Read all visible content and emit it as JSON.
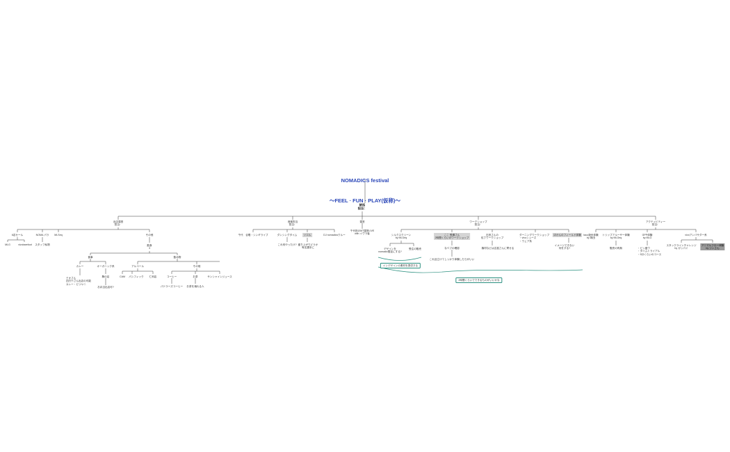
{
  "title": {
    "line1": "NOMADICS festival",
    "line2": "〜FEEL · FUN · PLAY(仮称)〜"
  },
  "root": {
    "label": "統括\n担当："
  },
  "colors": {
    "title": "#2b47b8",
    "line": "#333333",
    "highlight": "#d4d4d4",
    "highlight_dark": "#9a9a9a",
    "teal": "#2a8f7f"
  },
  "branches": {
    "shop": {
      "label": "出店運営\n担当：",
      "children": {
        "sale": "6名セール",
        "mlg": "MLG",
        "vivobarefoot": "vivobarefoot",
        "normal": "NOMA パラ",
        "staff": "スタッフ私物",
        "mlseq": "MLSeq",
        "other": "その他",
        "food": "飲食\n3",
        "meal": "食事",
        "curry": "カレー",
        "curry_note": "テオさん\n四万十さん出店の可能\nカレー・ビリヤニ",
        "organic": "オーガニック系",
        "sweets": "麹の店",
        "sweets_note": "お弁当出店可?",
        "drink": "飲み物",
        "alcohol": "アルコール",
        "cam": "CAM",
        "pacific": "パシフィック",
        "nijimura": "仁科店",
        "others2": "その他",
        "coffee": "コーヒー",
        "coffee_note": "パドラーズコーヒー",
        "tea": "お茶",
        "tea_note": "お茶を淹れる人",
        "sunshine": "サンシャインジュース"
      }
    },
    "music": {
      "label": "音楽担当\n担当：",
      "children": {
        "chiyo": "千代　合唱・シンギライブ",
        "dance": "ダンシングタイム",
        "dance_note": "これ何やったけ?",
        "yoga": "ソエル",
        "yoga_note": "盛り上がりどうか\n有名選手に",
        "dj": "DJ nomadicsクルー"
      }
    },
    "stage": {
      "label": "運営",
      "children": {
        "live": "千代田のMT運営LIVE\nwith イヴラ者"
      }
    },
    "workshop": {
      "label": "ワークショップ\n担当：",
      "children": {
        "silk": "シルクスクリーン\nby MLGeq",
        "design": "デザインを\nnomadic限定にする?",
        "order": "受注の販売",
        "teal_box1": "インデザインの素材を提供する",
        "koko": "ここ 受講さん\n2時間くらいのワークショップ",
        "koko_note": "なべブの確認",
        "koko_note2": "これ目立けてしっかり体験しだらがいい",
        "ishida": "石田さんの\n包丁ワークショップ",
        "ishida_note": "機材などは吉富さんに寄せる",
        "darning": "ダーニングワークショップ\n・vivoシューズ\n・ウェア系",
        "field": "ほかんのフィールド体験",
        "field_note": "イメージできない\n何をする?",
        "teal_box2": "2時間くらいでできるものがいいかな"
      }
    },
    "activity": {
      "label": "アクティビティー\n担当：",
      "children": {
        "taco": "taco遊歩体験\nby 岡田",
        "trip": "トリップアルーザー体験\nby MLGeq",
        "trip_note": "販売の有無",
        "gpp": "GPP体験\nby MLG",
        "gpp_note": "・ビッ盛ウ\n・タイムトライアル\n・5分くらいのコース",
        "vivo": "vivoアンバサダー系",
        "stack": "スタックラインチャレンジ\nby ガッパイ",
        "animal": "アニマルフロー体験\nby ジンさん"
      }
    }
  }
}
